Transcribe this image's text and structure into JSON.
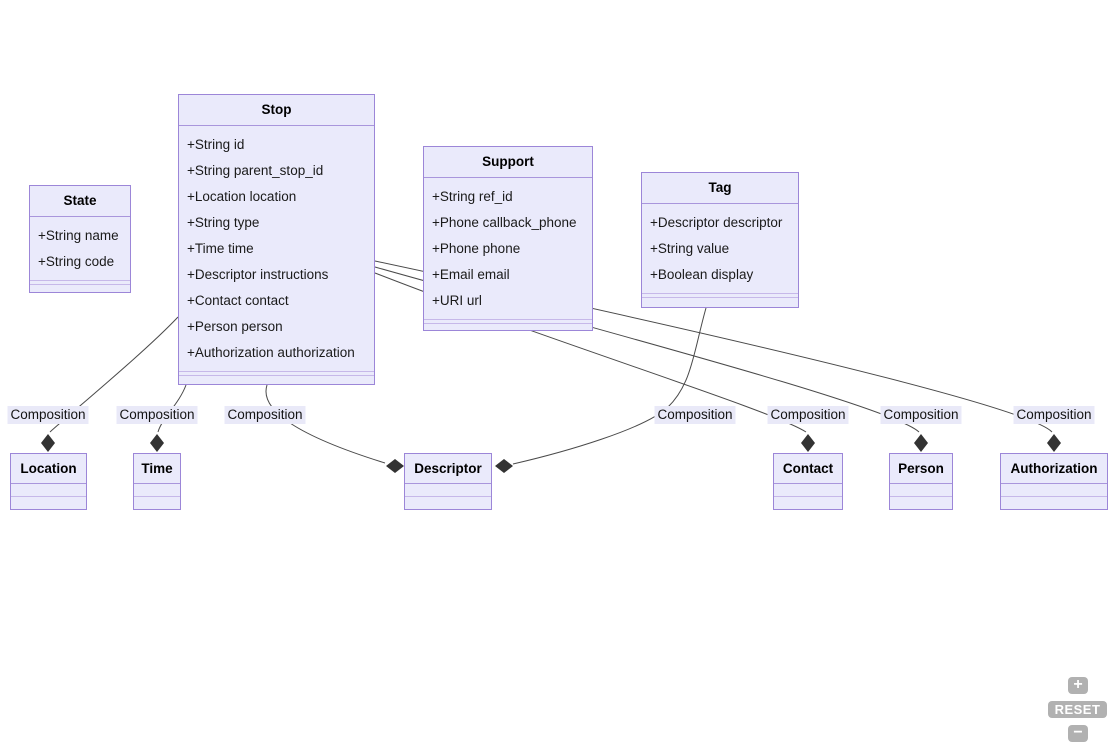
{
  "classes": {
    "stop": {
      "title": "Stop",
      "attrs": [
        "+String id",
        "+String parent_stop_id",
        "+Location location",
        "+String type",
        "+Time time",
        "+Descriptor instructions",
        "+Contact contact",
        "+Person person",
        "+Authorization authorization"
      ]
    },
    "state": {
      "title": "State",
      "attrs": [
        "+String name",
        "+String code"
      ]
    },
    "support": {
      "title": "Support",
      "attrs": [
        "+String ref_id",
        "+Phone callback_phone",
        "+Phone phone",
        "+Email email",
        "+URI url"
      ]
    },
    "tag": {
      "title": "Tag",
      "attrs": [
        "+Descriptor descriptor",
        "+String value",
        "+Boolean display"
      ]
    },
    "location": {
      "title": "Location",
      "attrs": []
    },
    "time": {
      "title": "Time",
      "attrs": []
    },
    "descriptor": {
      "title": "Descriptor",
      "attrs": []
    },
    "contact": {
      "title": "Contact",
      "attrs": []
    },
    "person": {
      "title": "Person",
      "attrs": []
    },
    "authorization": {
      "title": "Authorization",
      "attrs": []
    }
  },
  "edges": {
    "list": [
      {
        "from": "Stop",
        "to": "Location",
        "label": "Composition"
      },
      {
        "from": "Stop",
        "to": "Time",
        "label": "Composition"
      },
      {
        "from": "Stop",
        "to": "Descriptor",
        "label": "Composition"
      },
      {
        "from": "Tag",
        "to": "Descriptor",
        "label": "Composition"
      },
      {
        "from": "Stop",
        "to": "Contact",
        "label": "Composition"
      },
      {
        "from": "Stop",
        "to": "Person",
        "label": "Composition"
      },
      {
        "from": "Stop",
        "to": "Authorization",
        "label": "Composition"
      }
    ]
  },
  "controls": {
    "zoom_in_label": "+",
    "reset_label": "RESET",
    "zoom_out_label": "−"
  },
  "colors": {
    "box_fill": "#eaeafb",
    "box_border": "#9c86d8",
    "divider": "#c6b8e9",
    "edge_line": "#4a4a4a",
    "diamond": "#333333",
    "edge_label_bg": "#e9e9f8",
    "control_bg": "#b1b1b1",
    "control_text": "#ffffff"
  }
}
